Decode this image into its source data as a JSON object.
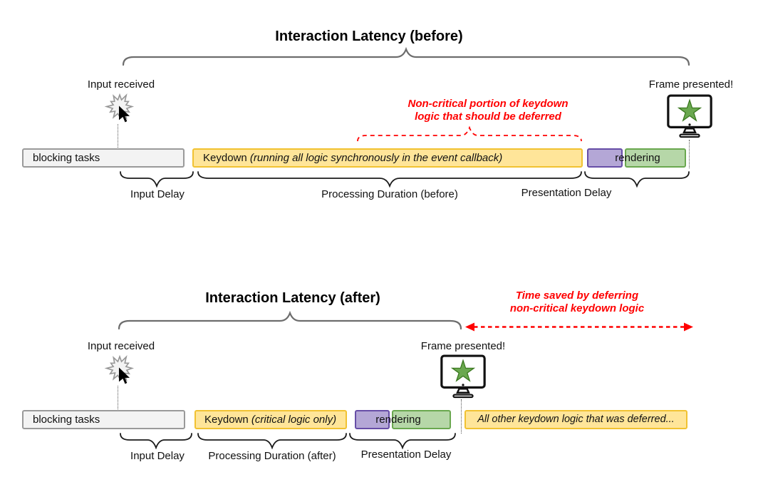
{
  "colors": {
    "bar_yellow_fill": "#ffe599",
    "bar_yellow_border": "#f1c232",
    "bar_purple_fill": "#b4a7d6",
    "bar_purple_border": "#674ea7",
    "bar_green_fill": "#b6d7a8",
    "bar_green_border": "#6aa84f",
    "bar_gray_fill": "#f3f3f3",
    "bar_gray_border": "#9a9a9a",
    "annotation_red": "#ff0000",
    "big_brace_gray": "#6d6d6d",
    "measure_brace_black": "#1a1a1a",
    "star_green": "#6aa84f"
  },
  "icons": {
    "input": "click-burst-icon",
    "pointer": "mouse-cursor-icon",
    "frame": "monitor-star-icon"
  },
  "before": {
    "title": "Interaction Latency (before)",
    "input_received_label": "Input received",
    "frame_presented_label": "Frame presented!",
    "annotation": "Non-critical portion of keydown logic that should be deferred",
    "bars": {
      "blocking_tasks": "blocking tasks",
      "keydown_prefix": "Keydown",
      "keydown_detail": "(running all logic synchronously in the event callback)",
      "rendering": "rendering"
    },
    "measures": {
      "input_delay": "Input Delay",
      "processing_duration": "Processing Duration (before)",
      "presentation_delay": "Presentation Delay"
    }
  },
  "after": {
    "title": "Interaction Latency (after)",
    "annotation": "Time saved by deferring non-critical keydown logic",
    "input_received_label": "Input received",
    "frame_presented_label": "Frame presented!",
    "bars": {
      "blocking_tasks": "blocking tasks",
      "keydown_prefix": "Keydown",
      "keydown_detail": "(critical logic only)",
      "rendering": "rendering",
      "deferred": "All other keydown logic that was deferred..."
    },
    "measures": {
      "input_delay": "Input Delay",
      "processing_duration": "Processing Duration (after)",
      "presentation_delay": "Presentation Delay"
    }
  }
}
